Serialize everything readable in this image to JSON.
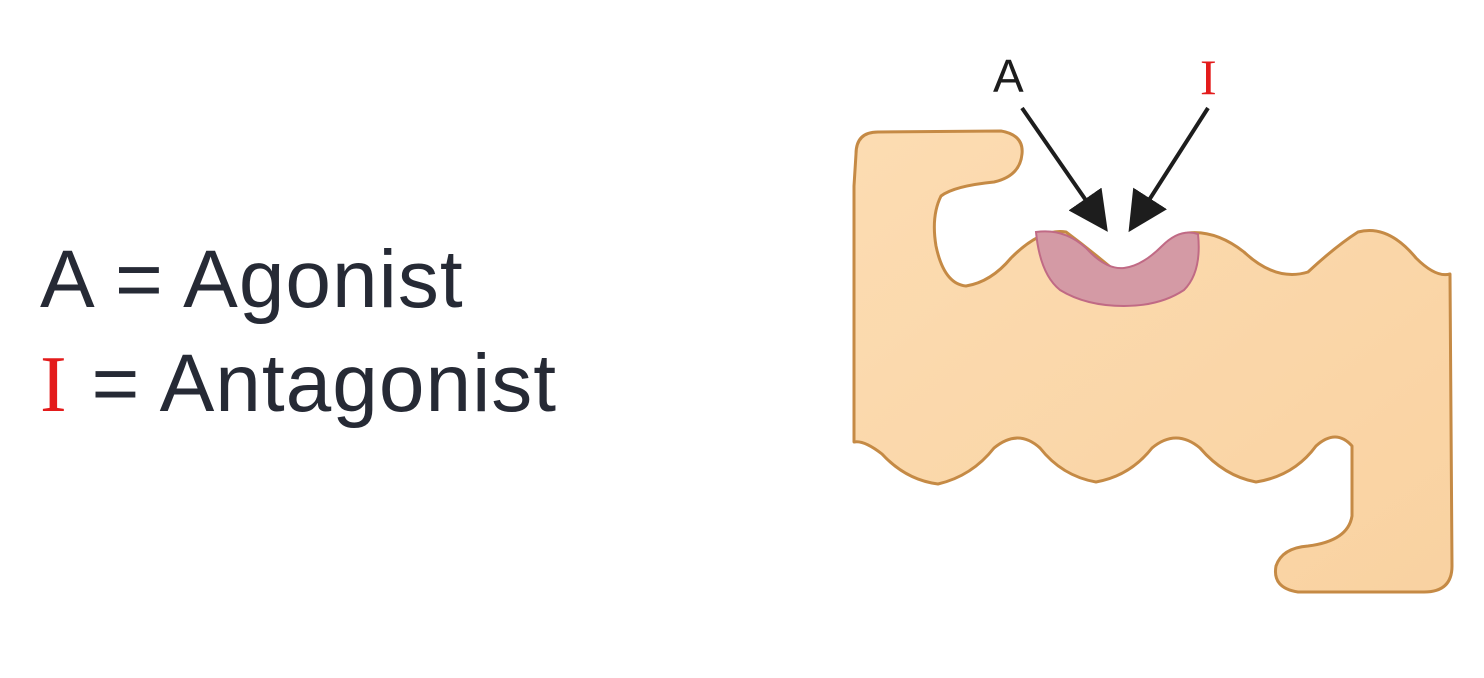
{
  "legend": {
    "agonist": {
      "symbol": "A",
      "separator": "=",
      "name": "Agonist"
    },
    "antagonist": {
      "symbol": "I",
      "separator": "=",
      "name": "Antagonist"
    }
  },
  "diagram": {
    "label_agonist": "A",
    "label_antagonist": "I"
  },
  "colors": {
    "text": "#262a35",
    "antagonist_symbol": "#e31b1b",
    "receptor_fill": "#fbd9ad",
    "receptor_outline": "#c58a45",
    "binding_site_fill": "#d49aa5",
    "binding_site_outline": "#c06a85",
    "arrow": "#1d1d1d"
  }
}
